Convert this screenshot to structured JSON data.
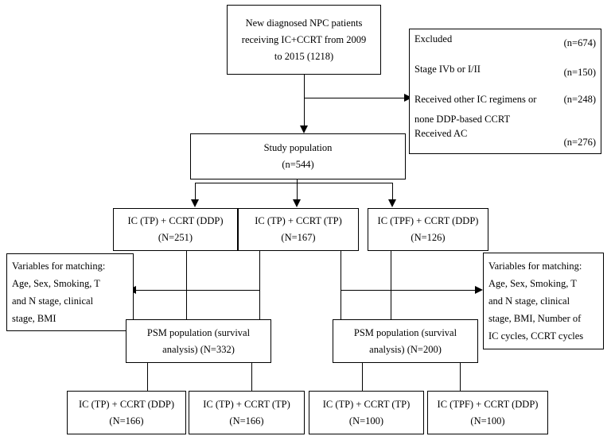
{
  "nodes": {
    "top": [
      "New diagnosed NPC patients",
      "receiving IC+CCRT from 2009",
      "to 2015 (1218)"
    ],
    "excluded": {
      "rows": [
        {
          "label": "Excluded",
          "count": "(n=674)"
        },
        {
          "label": "Stage IVb or I/II",
          "count": "(n=150)"
        },
        {
          "label": "Received other IC regimens or",
          "count": "(n=248)"
        },
        {
          "label": "none DDP-based CCRT",
          "count": ""
        },
        {
          "label": "Received AC",
          "count": "(n=276)"
        }
      ]
    },
    "study": [
      "Study population",
      "(n=544)"
    ],
    "arm1": [
      "IC (TP) + CCRT (DDP)",
      "(N=251)"
    ],
    "arm2": [
      "IC (TP) + CCRT (TP)",
      "(N=167)"
    ],
    "arm3": [
      "IC (TPF) + CCRT (DDP)",
      "(N=126)"
    ],
    "match_left": [
      "Variables for matching:",
      "Age, Sex, Smoking, T",
      "and N stage, clinical",
      "stage, BMI"
    ],
    "match_right": [
      "Variables for matching:",
      "Age, Sex, Smoking, T",
      "and N stage, clinical",
      "stage, BMI, Number of",
      "IC cycles, CCRT cycles"
    ],
    "psm_left": [
      "PSM population (survival",
      "analysis) (N=332)"
    ],
    "psm_right": [
      "PSM population (survival",
      "analysis) (N=200)"
    ],
    "out1": [
      "IC (TP) + CCRT (DDP)",
      "(N=166)"
    ],
    "out2": [
      "IC (TP) + CCRT (TP)",
      "(N=166)"
    ],
    "out3": [
      "IC (TP) + CCRT (TP)",
      "(N=100)"
    ],
    "out4": [
      "IC (TPF) + CCRT (DDP)",
      "(N=100)"
    ]
  }
}
